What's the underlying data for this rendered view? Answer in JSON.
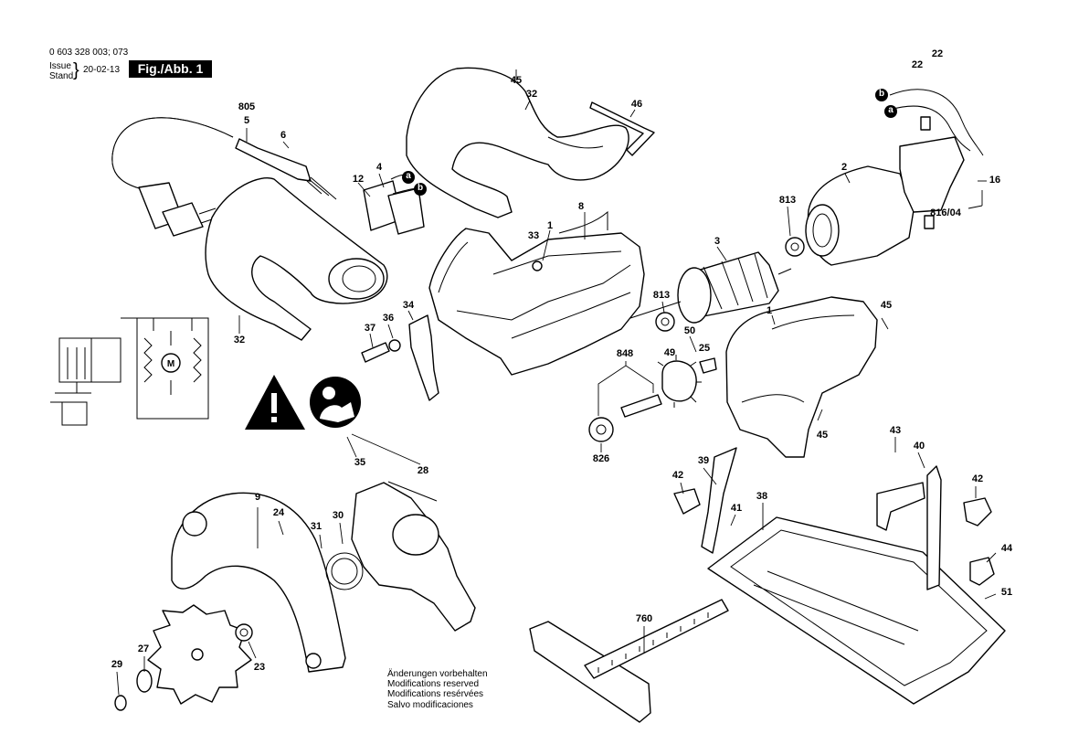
{
  "header": {
    "part_number": "0 603 328 003;  073",
    "issue_label": "Issue",
    "stand_label": "Stand",
    "date": "20-02-13",
    "figure_label": "Fig./Abb. 1"
  },
  "notes": [
    "Änderungen vorbehalten",
    "Modifications reserved",
    "Modifications resérvées",
    "Salvo modificaciones"
  ],
  "wire_markers": [
    "a",
    "b"
  ],
  "callouts": [
    "805",
    "5",
    "6",
    "12",
    "4",
    "45",
    "32",
    "46",
    "22",
    "22",
    "2",
    "16",
    "813",
    "816/04",
    "8",
    "1",
    "33",
    "3",
    "813",
    "34",
    "36",
    "37",
    "32",
    "50",
    "848",
    "49",
    "25",
    "1",
    "45",
    "45",
    "826",
    "35",
    "28",
    "9",
    "24",
    "31",
    "30",
    "39",
    "42",
    "41",
    "43",
    "40",
    "42",
    "38",
    "44",
    "51",
    "760",
    "27",
    "29",
    "23"
  ],
  "icons": {
    "warning": "warning-triangle-icon",
    "manual": "read-manual-icon",
    "motor": "motor-symbol-icon"
  }
}
